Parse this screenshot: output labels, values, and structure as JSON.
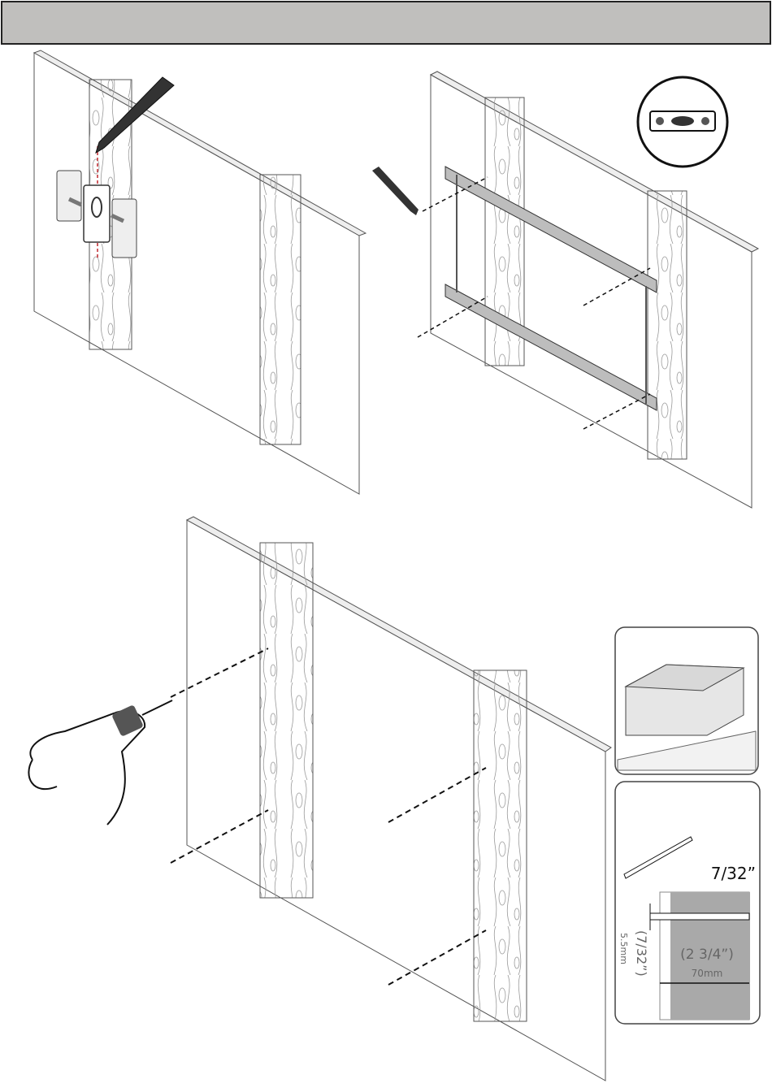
{
  "header": {
    "title": ""
  },
  "drill_bit_detail": {
    "bit_size_label": "7/32”",
    "hole_diameter_imperial": "(7/32”)",
    "hole_diameter_metric": "5.5mm",
    "hole_depth_imperial": "(2 3/4”)",
    "hole_depth_metric": "70mm"
  },
  "colors": {
    "header_bg": "#c0bfbd",
    "mark_line": "#c0272d",
    "bracket": "#bdbdbd",
    "wall_section": "#a9a9a9"
  }
}
